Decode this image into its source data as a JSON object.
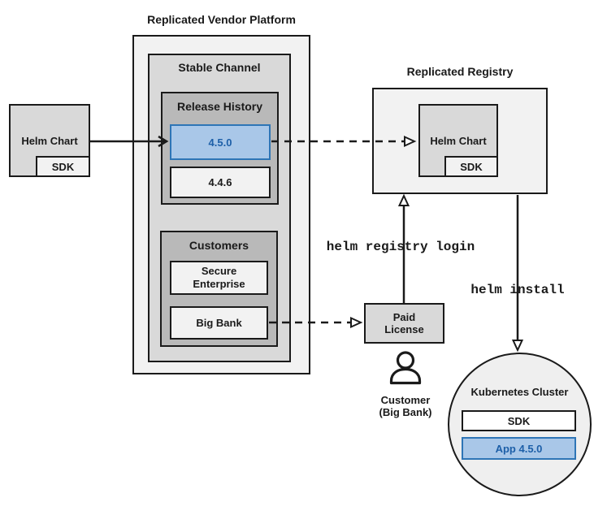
{
  "colors": {
    "box_border": "#1a1a1a",
    "light_gray": "#f2f2f2",
    "mid_gray": "#d9d9d9",
    "dark_gray": "#b9b9b9",
    "circle_gray": "#efefef",
    "white": "#ffffff",
    "blue_fill": "#a9c7e8",
    "blue_border": "#2e75b6",
    "blue_text": "#1d5fa8"
  },
  "vendor_platform": {
    "title": "Replicated Vendor Platform",
    "stable_channel": {
      "title": "Stable Channel",
      "release_history": {
        "title": "Release History",
        "releases": [
          {
            "version": "4.5.0",
            "highlighted": true
          },
          {
            "version": "4.4.6",
            "highlighted": false
          }
        ]
      },
      "customers": {
        "title": "Customers",
        "items": [
          "Secure Enterprise",
          "Big Bank"
        ]
      }
    }
  },
  "helm_chart_source": {
    "label": "Helm Chart",
    "sdk_label": "SDK"
  },
  "registry": {
    "title": "Replicated Registry",
    "helm_chart_label": "Helm Chart",
    "sdk_label": "SDK"
  },
  "paid_license": {
    "label": "Paid License"
  },
  "customer": {
    "name": "Customer",
    "detail": "(Big Bank)"
  },
  "kubernetes": {
    "title": "Kubernetes Cluster",
    "sdk_label": "SDK",
    "app_label": "App 4.5.0"
  },
  "commands": {
    "registry_login": "helm registry login",
    "install": "helm install"
  }
}
